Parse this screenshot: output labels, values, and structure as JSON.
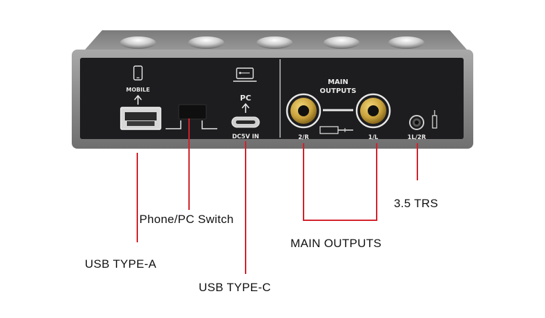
{
  "panel_labels": {
    "mobile": "MOBILE",
    "pc": "PC",
    "dc5v_in": "DC5V IN",
    "main_outputs_line1": "MAIN",
    "main_outputs_line2": "OUTPUTS",
    "out_2r": "2/R",
    "out_1l": "1/L",
    "out_1l2r": "1L/2R"
  },
  "callouts": {
    "usb_type_a": "USB TYPE-A",
    "phone_pc_switch": "Phone/PC Switch",
    "usb_type_c": "USB TYPE-C",
    "main_outputs": "MAIN OUTPUTS",
    "trs_35": "3.5 TRS"
  },
  "colors": {
    "chassis": "#8e8e8e",
    "panel": "#1d1d1f",
    "leader_line": "#d2202a",
    "jack_gold": "#c9a23c",
    "label_text": "#e8e8e8"
  },
  "icons": [
    "phone-icon",
    "arrow-up-icon",
    "laptop-usb-icon",
    "plug-icon",
    "mini-jack-icon"
  ]
}
